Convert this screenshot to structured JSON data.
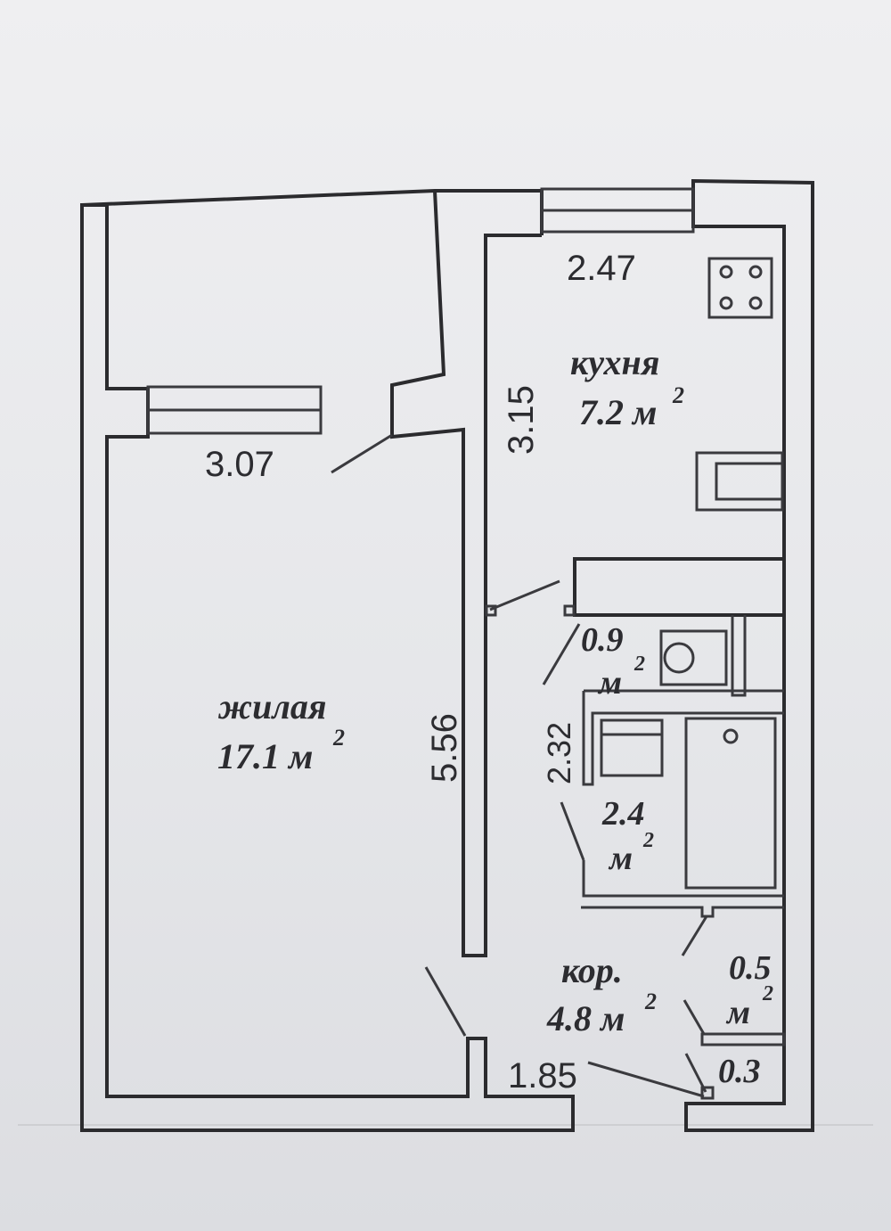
{
  "rooms": {
    "living": {
      "name": "жилая",
      "area": "17.1 м",
      "sup": "2"
    },
    "kitchen": {
      "name": "кухня",
      "area": "7.2 м",
      "sup": "2"
    },
    "wc": {
      "area": "0.9",
      "unit": "м",
      "sup": "2"
    },
    "bath": {
      "area": "2.4",
      "unit": "м",
      "sup": "2"
    },
    "corridor": {
      "name": "кор.",
      "area": "4.8 м",
      "sup": "2"
    },
    "closet": {
      "area": "0.5",
      "unit": "м",
      "sup": "2"
    },
    "niche": {
      "area": "0.3"
    }
  },
  "dimensions": {
    "kitchen_width": "2.47",
    "kitchen_length": "3.15",
    "living_width": "3.07",
    "living_length": "5.56",
    "bath_length": "2.32",
    "corridor_width": "1.85"
  }
}
